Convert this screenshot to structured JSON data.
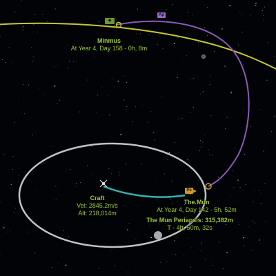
{
  "colors": {
    "background": "#020306",
    "minmus_orbit": "#c8c832",
    "mun_encounter_orbit": "#8a5ab8",
    "craft_orbit": "#c0c4c8",
    "craft_trajectory": "#30b4b4",
    "label_green": "#9ccc3c",
    "ap_marker": "#9a6ac8",
    "pe_marker": "#c89a2a",
    "minmus_marker": "#6a9a2a"
  },
  "markers": {
    "apoapsis": "Ap",
    "periapsis": "Pe",
    "minmus_icon": "minmus-marker-icon"
  },
  "labels": {
    "minmus": {
      "name": "Minmus",
      "detail": "At Year 4, Day 158 - 0h, 8m"
    },
    "craft": {
      "name": "Craft",
      "velocity": "Vel: 2845.2m/s",
      "altitude": "Alt: 218,014m"
    },
    "mun": {
      "name": "The Mun",
      "detail": "At Year 4, Day 142 - 5h, 52m"
    },
    "mun_periapsis": {
      "name": "The Mun Periapsis: 315,382m",
      "detail": "T - 4h, 50m, 32s"
    }
  }
}
